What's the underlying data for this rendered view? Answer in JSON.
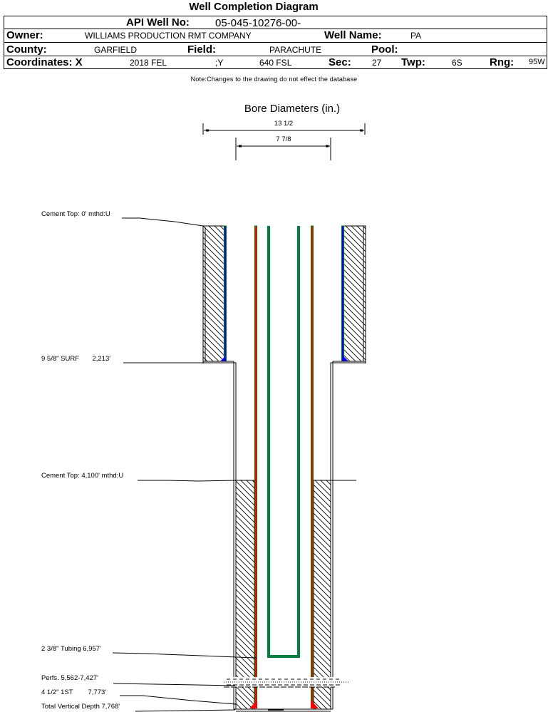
{
  "header": {
    "title": "Well Completion Diagram",
    "api_label": "API Well No:",
    "api_value": "05-045-10276-00-",
    "owner_label": "Owner:",
    "owner_value": "WILLIAMS PRODUCTION RMT COMPANY",
    "well_name_label": "Well Name:",
    "well_name_value": "PA",
    "county_label": "County:",
    "county_value": "GARFIELD",
    "field_label": "Field:",
    "field_value": "PARACHUTE",
    "pool_label": "Pool:",
    "pool_value": "",
    "coord_x_label": "Coordinates: X",
    "coord_x_value": "2018 FEL",
    "coord_y_label": ";Y",
    "coord_y_value": "640 FSL",
    "sec_label": "Sec:",
    "sec_value": "27",
    "twp_label": "Twp:",
    "twp_value": "6S",
    "rng_label": "Rng:",
    "rng_value": "95W"
  },
  "note": "Note:Changes to the drawing do not effect the database",
  "diagram": {
    "bore_title": "Bore Diameters (in.)",
    "bore_diameters": [
      "13 1/2",
      "7 7/8"
    ],
    "annotations": [
      "Cement Top: 0' mthd:U",
      "9 5/8\" SURF       2,213'",
      "Cement Top: 4,100' mthd:U",
      "2 3/8\" Tubing 6,957'",
      "Perfs. 5,562-7,427'",
      "4 1/2\" 1ST        7,773'",
      "Total Vertical Depth 7,768'"
    ],
    "colors": {
      "surface_casing": "#0000ff",
      "production_casing": "#ff0000",
      "tubing": "#008040",
      "casing_outline": "#008000"
    }
  }
}
